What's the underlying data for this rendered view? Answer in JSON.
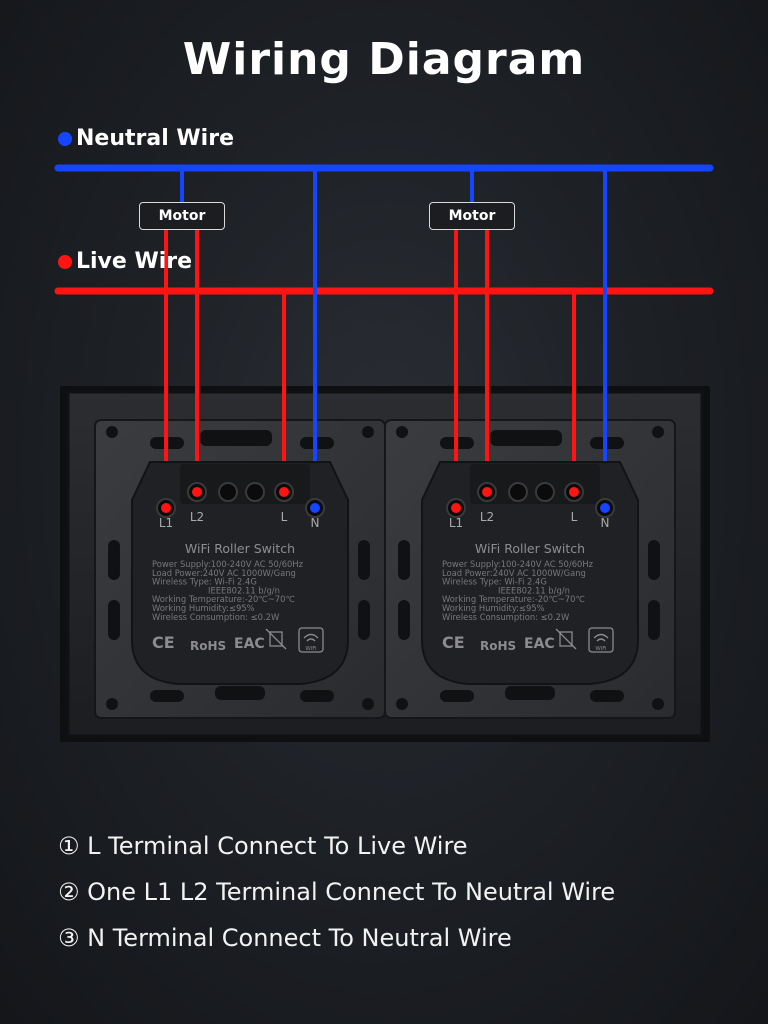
{
  "title": "Wiring Diagram",
  "wires": {
    "neutral": {
      "label": "Neutral Wire",
      "color": "#1545ff"
    },
    "live": {
      "label": "Live Wire",
      "color": "#ff1414"
    }
  },
  "motors": [
    {
      "label": "Motor"
    },
    {
      "label": "Motor"
    }
  ],
  "modules": [
    {
      "terminals": [
        "L1",
        "L2",
        "L",
        "N"
      ],
      "name": "WiFi Roller Switch",
      "specs": [
        "Power Supply:100-240V AC 50/60Hz",
        "Load Power:240V AC 1000W/Gang",
        "Wireless Type: Wi-Fi 2.4G",
        "IEEE802.11 b/g/n",
        "Working Temperature:-20℃~70℃",
        "Working Humidity:≤95%",
        "Wireless Consumption: ≤0.2W"
      ],
      "cert_marks": [
        "CE",
        "RoHS",
        "EAC"
      ],
      "wifi_badge": "WiFi"
    },
    {
      "terminals": [
        "L1",
        "L2",
        "L",
        "N"
      ],
      "name": "WiFi Roller Switch",
      "specs": [
        "Power Supply:100-240V AC 50/60Hz",
        "Load Power:240V AC 1000W/Gang",
        "Wireless Type: Wi-Fi 2.4G",
        "IEEE802.11 b/g/n",
        "Working Temperature:-20℃~70℃",
        "Working Humidity:≤95%",
        "Wireless Consumption: ≤0.2W"
      ],
      "cert_marks": [
        "CE",
        "RoHS",
        "EAC"
      ],
      "wifi_badge": "WiFi"
    }
  ],
  "notes": [
    "① L Terminal Connect To Live Wire",
    "② One L1 L2 Terminal Connect To Neutral Wire",
    "③ N Terminal Connect To Neutral Wire"
  ]
}
